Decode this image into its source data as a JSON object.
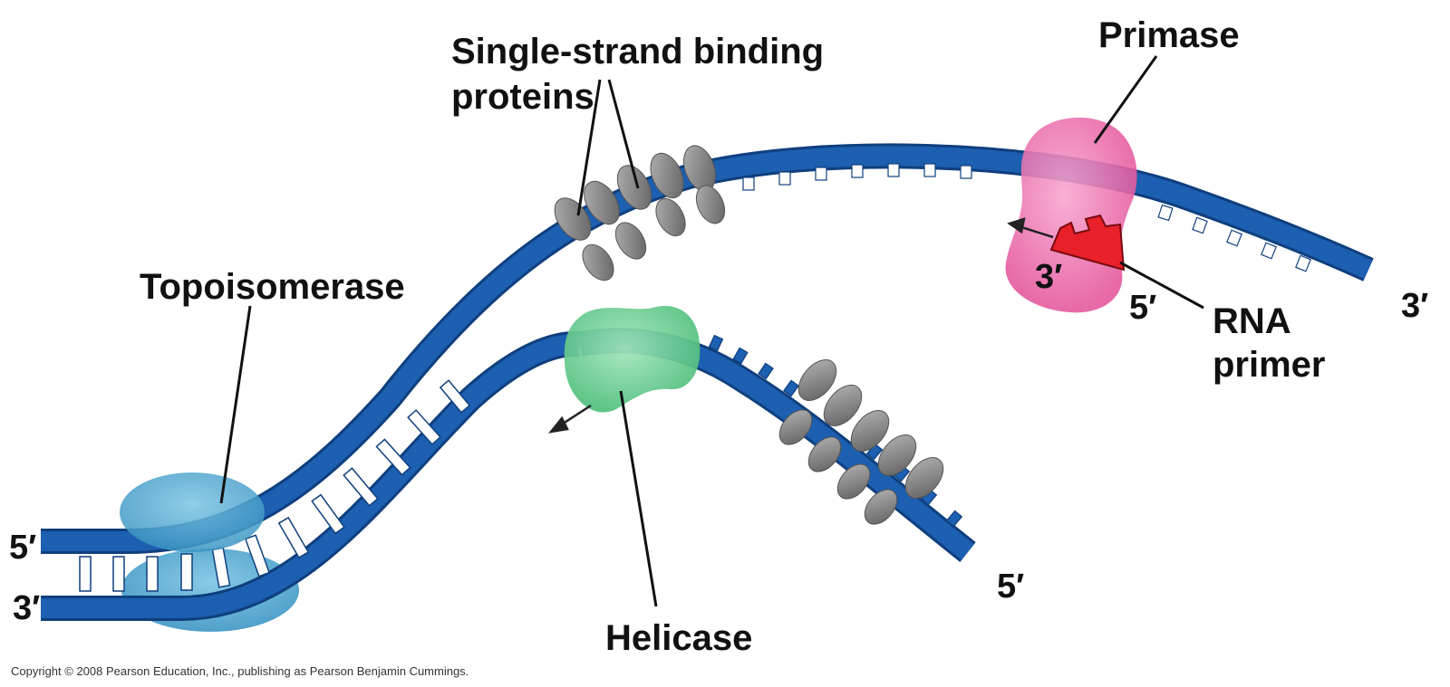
{
  "labels": {
    "ssb_line1": "Single-strand binding",
    "ssb_line2": "proteins",
    "primase": "Primase",
    "topoisomerase": "Topoisomerase",
    "helicase": "Helicase",
    "rna_line1": "RNA",
    "rna_line2": "primer"
  },
  "strand_ends": {
    "left_top": "5′",
    "left_bottom": "3′",
    "upper_right": "3′",
    "lower_right": "5′",
    "primer_left": "3′",
    "primer_right": "5′"
  },
  "copyright": "Copyright © 2008 Pearson Education, Inc., publishing as Pearson Benjamin Cummings.",
  "colors": {
    "strand": "#1d5fb0",
    "strand_edge": "#0f3f7e",
    "topoisomerase": "#4fa6cf",
    "helicase": "#6bcf92",
    "primase": "#ee6fb0",
    "rna_primer": "#e8202a",
    "ssb_protein": "#808080"
  }
}
